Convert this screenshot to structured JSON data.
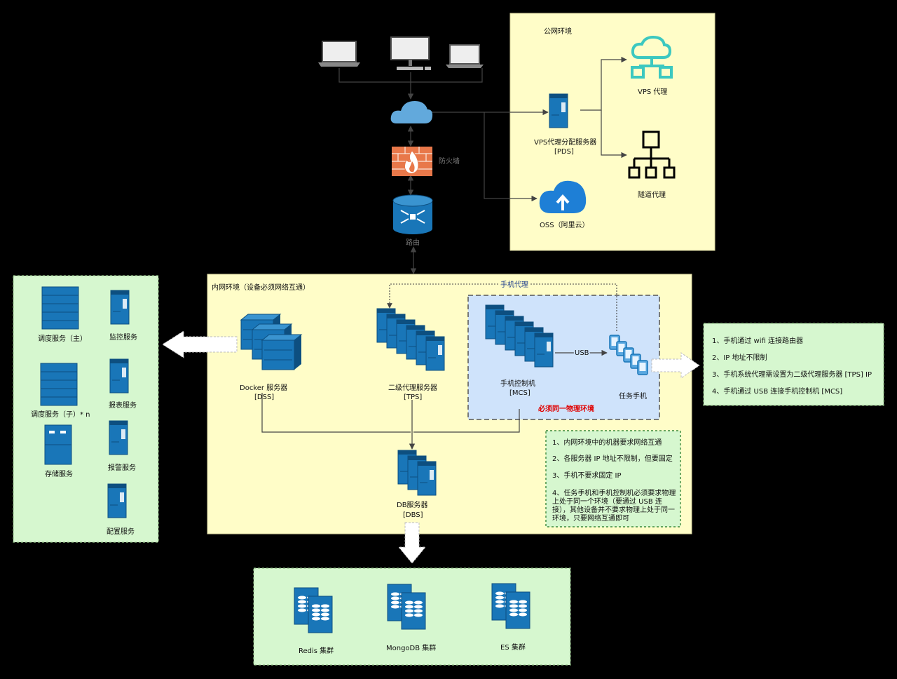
{
  "colors": {
    "background": "#000000",
    "zone_yellow": "#fffdc8",
    "zone_green": "#d6f7cf",
    "zone_blue": "#cfe3fb",
    "server_blue": "#1976b8",
    "server_dark": "#0d4f80",
    "cloud_blue": "#62a9dc",
    "teal_icon": "#3cc8c0",
    "firewall_orange": "#e8784a",
    "red_label": "#e00000"
  },
  "zones": {
    "public": {
      "title": "公网环境"
    },
    "intranet": {
      "title": "内网环境（设备必须网络互通）"
    },
    "same_env": {
      "title": "必须同一物理环境"
    }
  },
  "nodes": {
    "firewall": "防火墙",
    "router": "路由",
    "pds": [
      "VPS代理分配服务器",
      "[PDS]"
    ],
    "vps_proxy": "VPS 代理",
    "tunnel_proxy": "隧道代理",
    "oss": "OSS（阿里云）",
    "dss": [
      "Docker 服务器",
      "[DSS]"
    ],
    "tps": [
      "二级代理服务器",
      "[TPS]"
    ],
    "mcs": [
      "手机控制机",
      "[MCS]"
    ],
    "task_phone": "任务手机",
    "dbs": [
      "DB服务器",
      "[DBS]"
    ],
    "schedule_main": "调度服务（主）",
    "monitor": "监控服务",
    "schedule_sub": "调度服务（子）* n",
    "report": "报表服务",
    "storage": "存储服务",
    "alarm": "报警服务",
    "config": "配置服务",
    "redis": "Redis 集群",
    "mongodb": "MongoDB 集群",
    "es": "ES 集群"
  },
  "edges": {
    "usb": "USB",
    "phone_proxy": "手机代理"
  },
  "notes": {
    "phone": [
      "1、手机通过 wifi 连接路由器",
      "2、IP 地址不限制",
      "3、手机系统代理需设置为二级代理服务器 [TPS] IP",
      "4、手机通过 USB 连接手机控制机 [MCS]"
    ],
    "intranet": [
      "1、内网环境中的机器要求网络互通",
      "2、各服务器 IP 地址不限制，但要固定",
      "3、手机不要求固定 IP",
      "4、任务手机和手机控制机必须要求物理",
      "上处于同一个环境（要通过 USB 连",
      "接），其他设备并不要求物理上处于同一",
      "环境，只要网络互通即可"
    ]
  }
}
